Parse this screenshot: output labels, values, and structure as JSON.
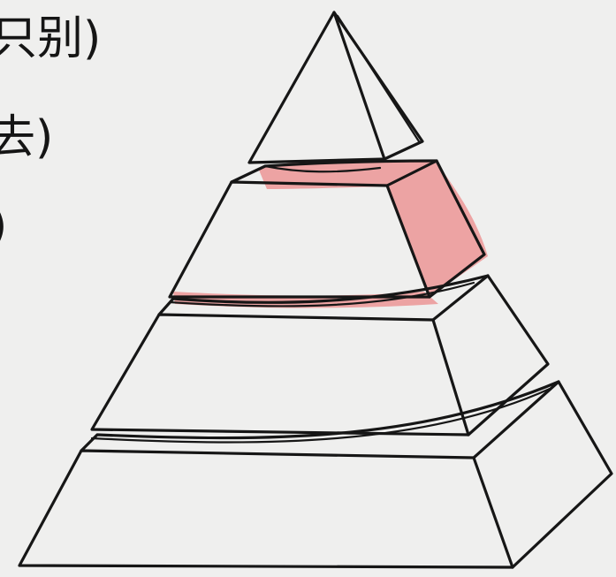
{
  "labels": [
    {
      "text": "只别)"
    },
    {
      "text": "去)"
    },
    {
      "text": ")"
    }
  ],
  "colors": {
    "background": "#efefee",
    "ink": "#161616",
    "highlight": "#ec8a8a"
  },
  "diagram": {
    "type": "pyramid",
    "levels": 4,
    "highlighted_level": 2
  }
}
